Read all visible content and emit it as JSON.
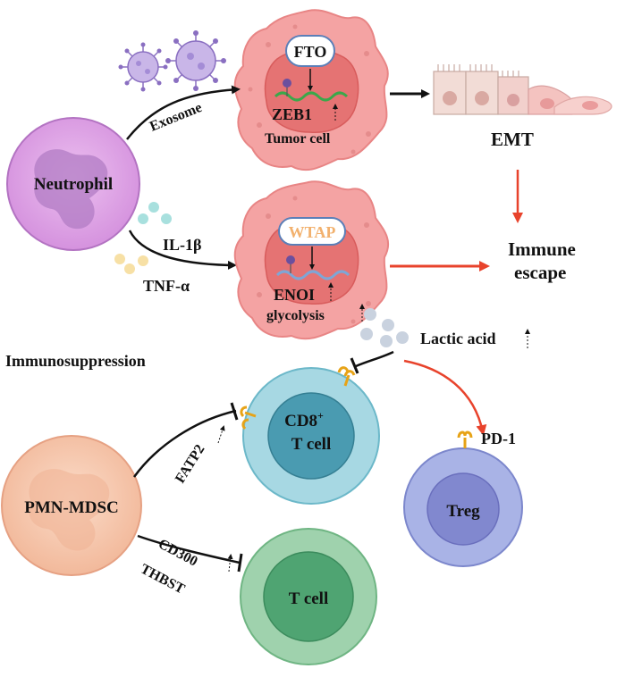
{
  "labels": {
    "fto": "FTO",
    "zeb1": "ZEB1",
    "tumor_cell": "Tumor cell",
    "exosome": "Exosome",
    "emt": "EMT",
    "neutrophil": "Neutrophil",
    "wtap": "WTAP",
    "il1b": "IL-1β",
    "tnfa": "TNF-α",
    "eno1": "ENOI",
    "glycolysis": "glycolysis",
    "immune_escape_1": "Immune",
    "immune_escape_2": "escape",
    "lactic_acid": "Lactic acid",
    "immunosuppression": "Immunosuppression",
    "cd8_t_cell_1": "CD8",
    "cd8_sup": "+",
    "cd8_t_cell_2": "T cell",
    "fatp2": "FATP2",
    "pd1": "PD-1",
    "treg": "Treg",
    "pmn_mdsc": "PMN-MDSC",
    "cd300": "CD300",
    "thbst": "THBST",
    "t_cell": "T cell"
  },
  "colors": {
    "tumor_fill": "#f4a3a3",
    "tumor_nucleus": "#e57373",
    "neutrophil_fill": "#dea3e6",
    "neutrophil_nucleus": "#b27cc4",
    "cd8_outer": "#a7d8e3",
    "cd8_inner": "#4a9bb1",
    "treg_outer": "#a9b3e6",
    "treg_inner": "#8188cf",
    "tcell_outer": "#9fd2ad",
    "tcell_inner": "#4fa472",
    "mdsc_fill": "#f7cbb4",
    "arrow_red": "#e8432c",
    "arrow_black": "#111111",
    "receptor": "#e7a317",
    "wtap_text": "#f2b16e"
  }
}
